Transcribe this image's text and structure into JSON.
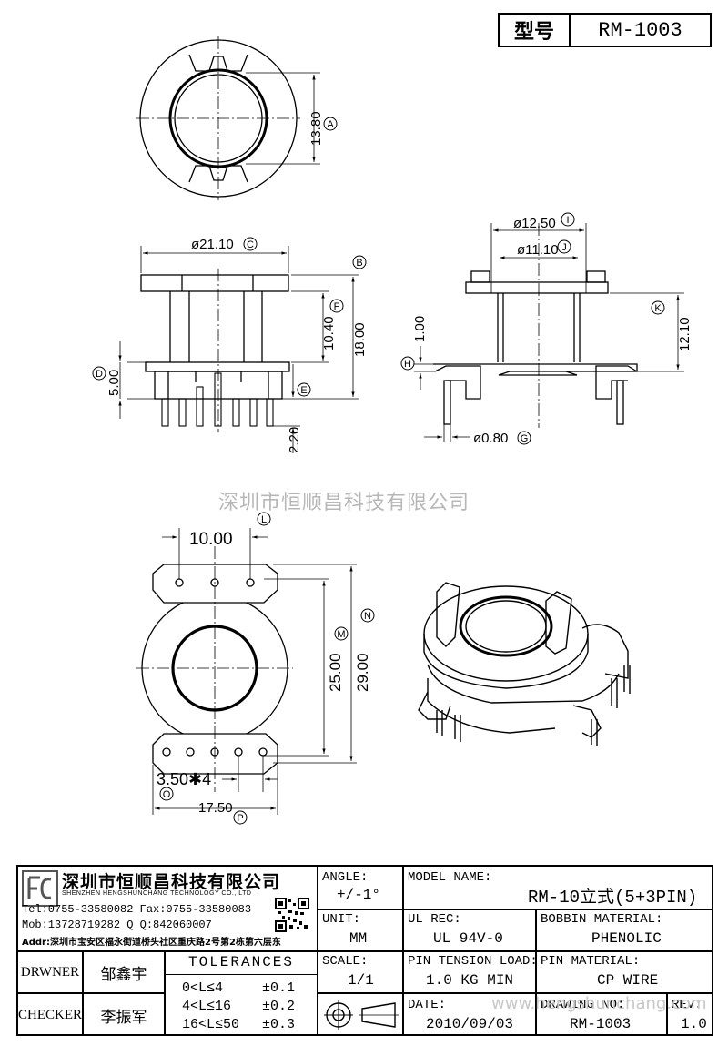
{
  "title_block": {
    "model_label": "型号",
    "model_value": "RM-1003"
  },
  "watermark": "深圳市恒顺昌科技有限公司",
  "watermark_url": "www.hengshunchang.com",
  "dimensions": {
    "d_13_80": "13.80",
    "d_21_10": "ø21.10",
    "d_10_40": "10.40",
    "d_18_00": "18.00",
    "d_5_00": "5.00",
    "d_2_20": "2.20",
    "d_12_50": "ø12.50",
    "d_11_10": "ø11.10",
    "d_1_00": "1.00",
    "d_12_10": "12.10",
    "d_0_80": "ø0.80",
    "d_10_00": "10.00",
    "d_25_00": "25.00",
    "d_29_00": "29.00",
    "d_3_50": "3.50✱4",
    "d_17_50": "17.50"
  },
  "markers": {
    "A": "A",
    "B": "B",
    "C": "C",
    "D": "D",
    "E": "E",
    "F": "F",
    "G": "G",
    "H": "H",
    "I": "I",
    "J": "J",
    "K": "K",
    "L": "L",
    "M": "M",
    "N": "N",
    "O": "O",
    "P": "P"
  },
  "company": {
    "name": "深圳市恒顺昌科技有限公司",
    "name_en": "SHENZHEN HENGSHUNCHANG TECHNOLOGY CO., LTD",
    "tel": "Tel:0755-33580082 Fax:0755-33580083",
    "mob": "Mob:13728719282    Q Q:842060007",
    "addr": "Addr:深圳市宝安区福永街道桥头社区重庆路2号第2栋第六层东"
  },
  "table": {
    "drwner_label": "DRWNER",
    "drwner_value": "邹鑫宇",
    "checker_label": "CHECKER",
    "checker_value": "李振军",
    "tolerances_label": "TOLERANCES",
    "tol_rows": [
      {
        "range": "0<L≤4",
        "tol": "±0.1"
      },
      {
        "range": "4<L≤16",
        "tol": "±0.2"
      },
      {
        "range": "16<L≤50",
        "tol": "±0.3"
      }
    ],
    "angle_label": "ANGLE:",
    "angle_value": "+/-1°",
    "unit_label": "UNIT:",
    "unit_value": "MM",
    "scale_label": "SCALE:",
    "scale_value": "1/1",
    "model_name_label": "MODEL NAME:",
    "model_name_value": "RM-10立式(5+3PIN)",
    "ul_rec_label": "UL REC:",
    "ul_rec_value": "UL 94V-0",
    "bobbin_label": "BOBBIN MATERIAL:",
    "bobbin_value": "PHENOLIC",
    "pin_tension_label": "PIN TENSION LOAD:",
    "pin_tension_value": "1.0 KG MIN",
    "pin_material_label": "PIN MATERIAL:",
    "pin_material_value": "CP WIRE",
    "date_label": "DATE:",
    "date_value": "2010/09/03",
    "drawing_no_label": "DRAWING NO:",
    "drawing_no_value": "RM-1003",
    "rev_label": "REV:",
    "rev_value": "1.0"
  }
}
